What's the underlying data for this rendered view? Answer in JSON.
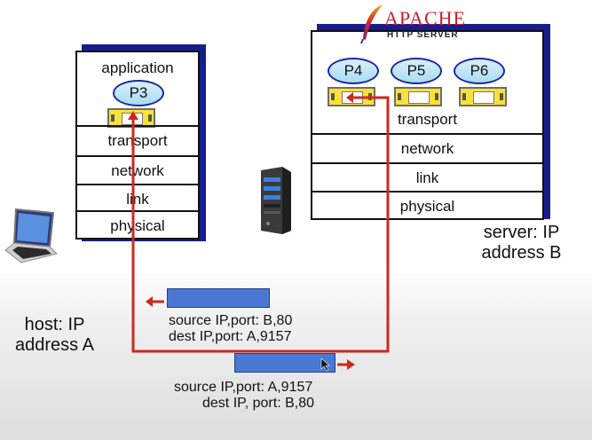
{
  "apache_logo": {
    "name": "APACHE",
    "sub": "HTTP SERVER"
  },
  "client": {
    "label_line1": "host: IP",
    "label_line2": "address A",
    "application": "application",
    "process": "P3",
    "layers": [
      "transport",
      "network",
      "link",
      "physical"
    ]
  },
  "server": {
    "label_line1": "server: IP",
    "label_line2": "address B",
    "processes": [
      "P4",
      "P5",
      "P6"
    ],
    "layers": [
      "transport",
      "network",
      "link",
      "physical"
    ]
  },
  "segments": {
    "reply": {
      "source": "source IP,port: B,80",
      "dest": "dest IP,port: A,9157"
    },
    "request": {
      "source": "source IP,port: A,9157",
      "dest": "dest IP, port: B,80"
    }
  },
  "colors": {
    "stack_shadow": "#151e8c",
    "arrow": "#cc2a1e",
    "segment": "#4a78d2",
    "socket": "#f8e23a",
    "process": "#a8dcf3"
  }
}
